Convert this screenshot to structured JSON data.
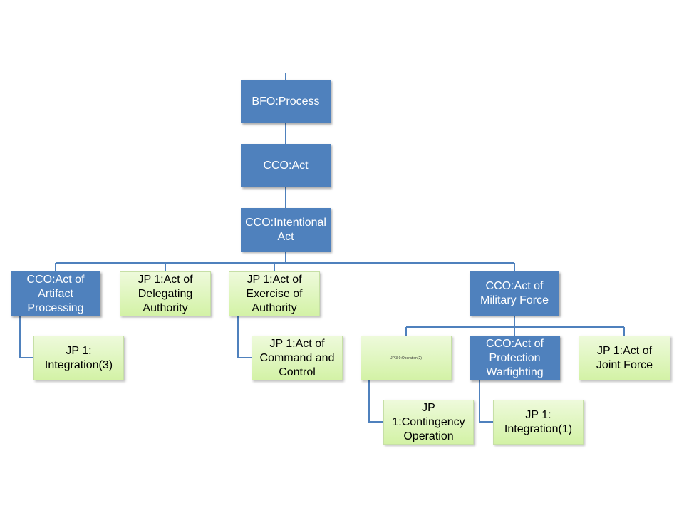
{
  "diagram": {
    "nodes": {
      "bfo_process": "BFO:Process",
      "cco_act": "CCO:Act",
      "cco_intentional_act": "CCO:Intentional Act",
      "cco_act_artifact_processing": "CCO:Act of Artifact Processing",
      "jp1_delegating_authority": "JP 1:Act of Delegating Authority",
      "jp1_exercise_authority": "JP 1:Act of Exercise of Authority",
      "cco_act_military_force": "CCO:Act of Military Force",
      "jp1_integration_3": "JP 1: Integration(3)",
      "jp1_command_control": "JP 1:Act of Command and Control",
      "jp3_operation_2": "JP 3-0:Operation(2)",
      "cco_protection_warfighting": "CCO:Act of Protection Warfighting",
      "jp1_joint_force": "JP 1:Act of Joint Force",
      "jp1_contingency_operation": "JP 1:Contingency Operation",
      "jp1_integration_1": "JP 1: Integration(1)"
    },
    "colors": {
      "blue_fill": "#4f81bd",
      "green_fill": "#d7f3ae",
      "connector": "#4f81bd"
    }
  }
}
